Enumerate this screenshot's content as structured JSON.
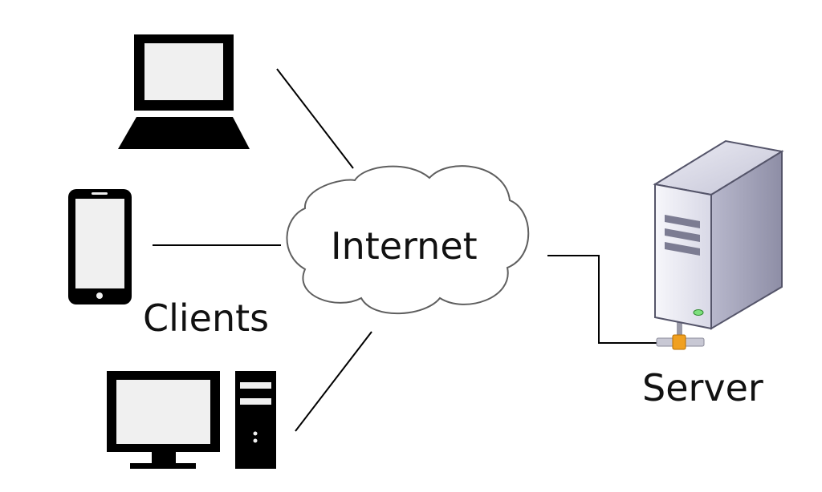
{
  "labels": {
    "clients": "Clients",
    "internet": "Internet",
    "server": "Server"
  },
  "devices": {
    "laptop": "laptop-icon",
    "phone": "smartphone-icon",
    "desktop": "desktop-computer-icon",
    "cloud": "cloud-icon",
    "server": "server-tower-icon"
  },
  "colors": {
    "device_fill": "#000000",
    "screen_fill": "#f0f0f0",
    "cloud_stroke": "#5f5f5f",
    "server_body": "#dcdcec",
    "server_led": "#7ee07e",
    "connector": "#f0a020"
  }
}
